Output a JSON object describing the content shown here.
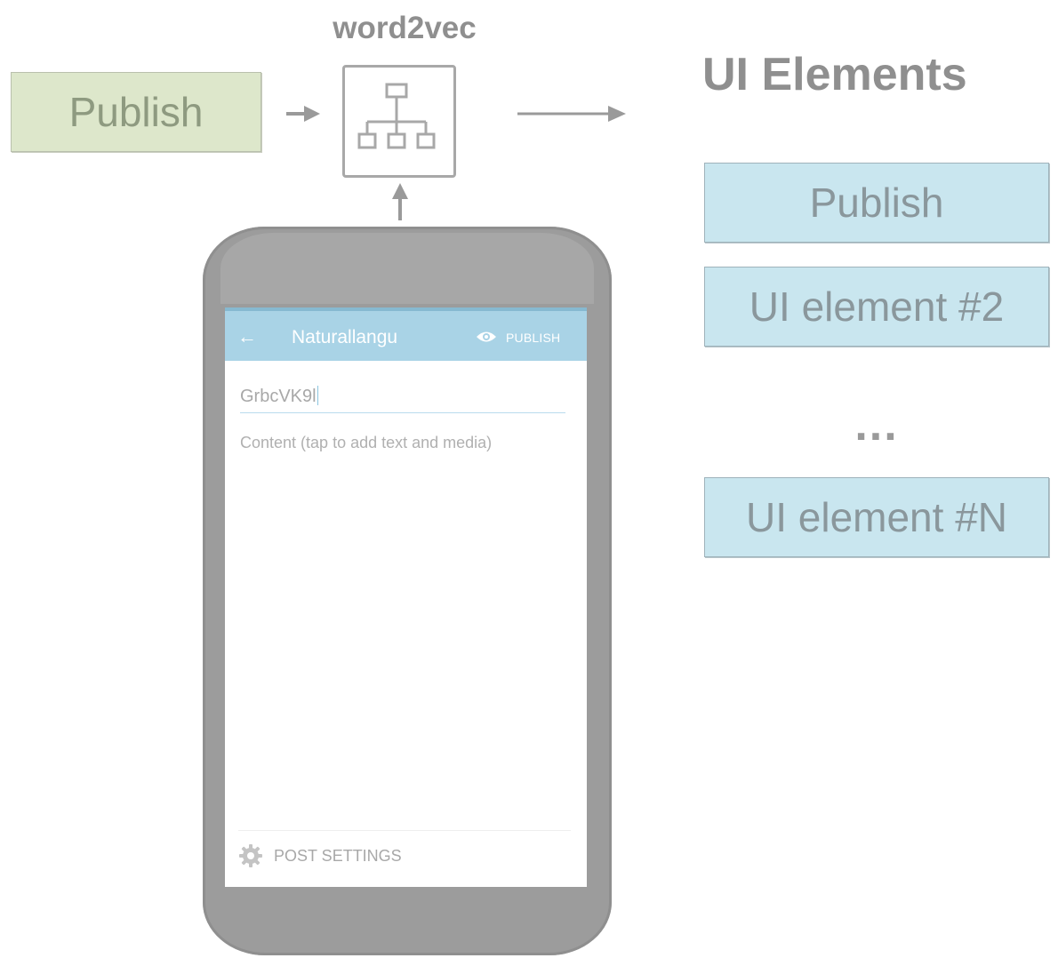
{
  "model": {
    "title": "word2vec",
    "icon": "hierarchy-icon"
  },
  "input": {
    "word": "Publish"
  },
  "phone": {
    "app_bar": {
      "back_icon": "←",
      "title": "Naturallangu",
      "preview_icon": "eye-icon",
      "publish_label": "PUBLISH"
    },
    "title_field_value": "GrbcVK9l",
    "content_placeholder": "Content (tap to add text and media)",
    "settings_label": "POST SETTINGS",
    "settings_icon": "gear-icon"
  },
  "output": {
    "heading": "UI Elements",
    "elements": [
      "Publish",
      "UI element #2",
      "UI element #N"
    ],
    "ellipsis": "..."
  },
  "colors": {
    "input_box": "#dde7cb",
    "ui_element_box": "#c9e6ef",
    "app_bar": "#a9d3e6",
    "phone": "#9c9c9c",
    "arrows": "#9a9a9a"
  }
}
